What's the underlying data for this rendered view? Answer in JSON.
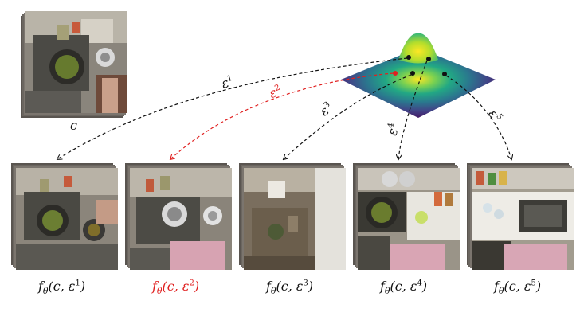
{
  "context_label": "c",
  "epsilons": [
    {
      "base": "ε",
      "sup": "1",
      "highlight": false
    },
    {
      "base": "ε",
      "sup": "2",
      "highlight": true
    },
    {
      "base": "ε",
      "sup": "3",
      "highlight": false
    },
    {
      "base": "ε",
      "sup": "4",
      "highlight": false
    },
    {
      "base": "ε",
      "sup": "5",
      "highlight": false
    }
  ],
  "captions": [
    {
      "text": "fθ(c, ε1)",
      "pre": "f",
      "sub": "θ",
      "mid": "(c, ε",
      "sup": "1",
      "post": ")",
      "highlight": false
    },
    {
      "text": "fθ(c, ε2)",
      "pre": "f",
      "sub": "θ",
      "mid": "(c, ε",
      "sup": "2",
      "post": ")",
      "highlight": true
    },
    {
      "text": "fθ(c, ε3)",
      "pre": "f",
      "sub": "θ",
      "mid": "(c, ε",
      "sup": "3",
      "post": ")",
      "highlight": false
    },
    {
      "text": "fθ(c, ε4)",
      "pre": "f",
      "sub": "θ",
      "mid": "(c, ε",
      "sup": "4",
      "post": ")",
      "highlight": false
    },
    {
      "text": "fθ(c, ε5)",
      "pre": "f",
      "sub": "θ",
      "mid": "(c, ε",
      "sup": "5",
      "post": ")",
      "highlight": false
    }
  ],
  "colors": {
    "highlight": "#e02020",
    "arrow": "#111111",
    "surface_low": "#3b0f70",
    "surface_mid": "#21918c",
    "surface_high": "#fde725"
  }
}
